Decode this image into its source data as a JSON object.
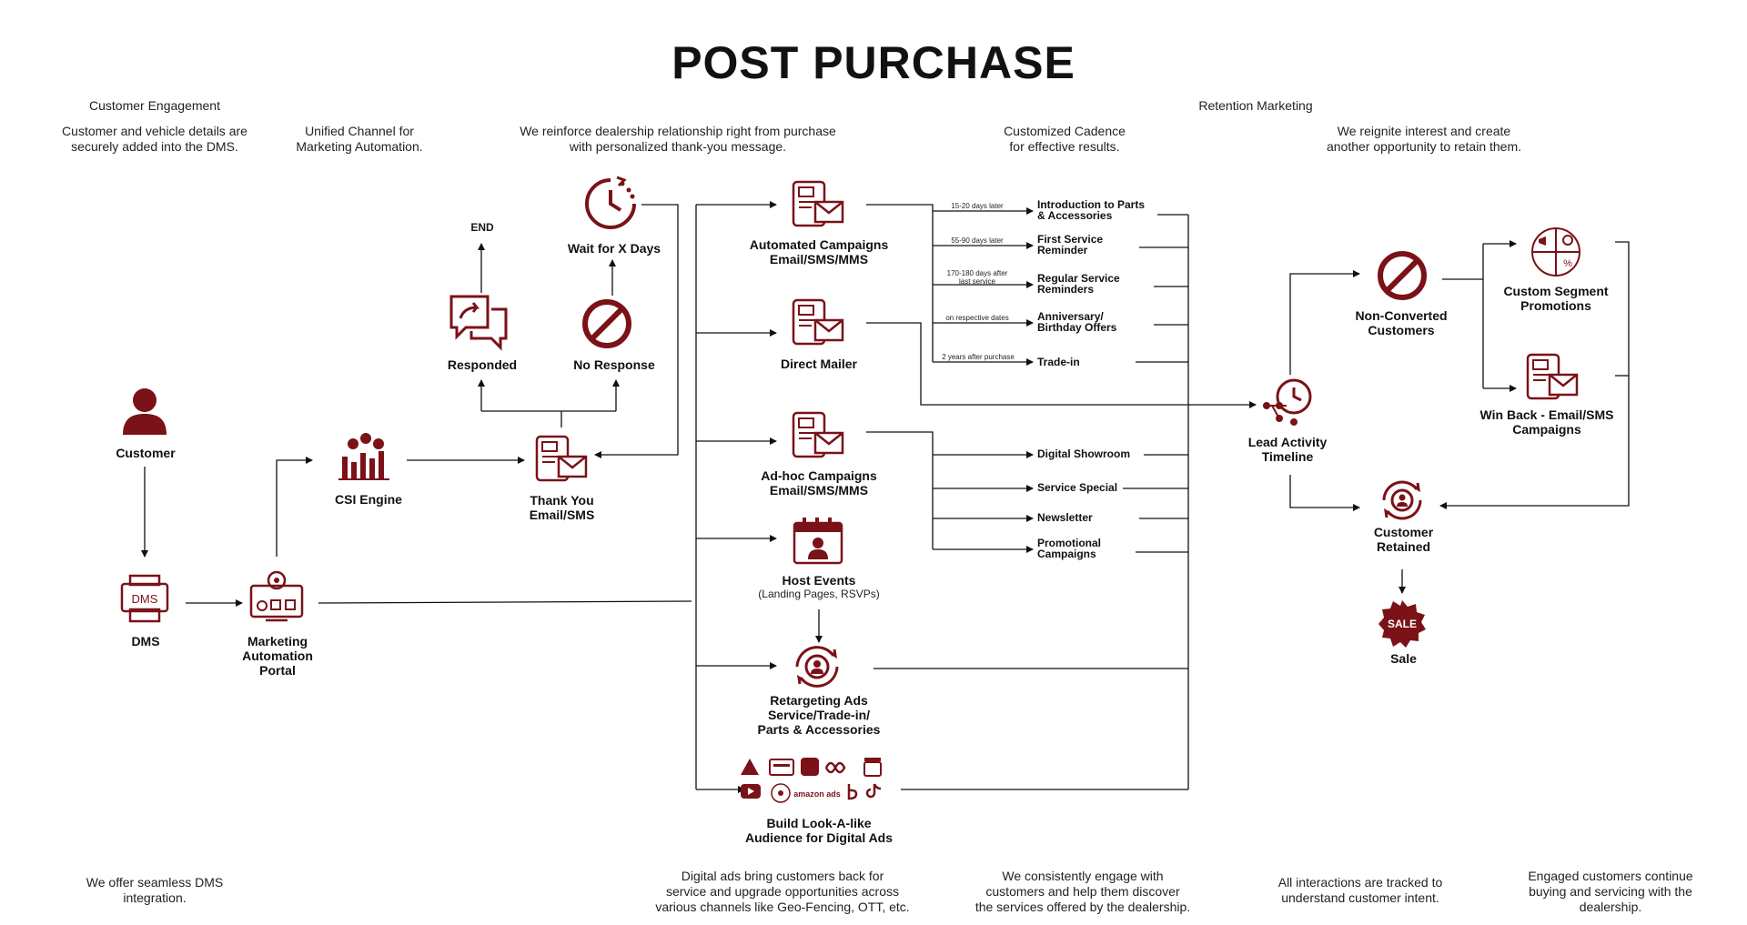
{
  "title": "POST PURCHASE",
  "sections": {
    "customer_engagement": "Customer Engagement",
    "retention_marketing": "Retention Marketing"
  },
  "top_descriptions": {
    "dms": "Customer and vehicle details are\nsecurely added into the DMS.",
    "unified": "Unified Channel for\nMarketing Automation.",
    "reinforce": "We reinforce dealership relationship right from purchase\nwith personalized thank-you message.",
    "cadence": "Customized Cadence\nfor effective results.",
    "reignite": "We reignite interest and create\nanother opportunity to retain them."
  },
  "nodes": {
    "customer": "Customer",
    "dms": "DMS",
    "dms_icon_text": "DMS",
    "map": "Marketing\nAutomation\nPortal",
    "csi": "CSI Engine",
    "thankyou": "Thank You\nEmail/SMS",
    "responded": "Responded",
    "noresponse": "No Response",
    "end": "END",
    "wait": "Wait for X Days",
    "automated": "Automated Campaigns\nEmail/SMS/MMS",
    "directmailer": "Direct Mailer",
    "adhoc": "Ad-hoc Campaigns\nEmail/SMS/MMS",
    "hostevents": "Host Events",
    "hostevents_sub": "(Landing Pages, RSVPs)",
    "retargeting": "Retargeting Ads\nService/Trade-in/\nParts & Accessories",
    "lookalike": "Build Look-A-like\nAudience for Digital Ads",
    "amazon_ads": "amazon ads",
    "leadactivity": "Lead Activity\nTimeline",
    "nonconverted": "Non-Converted\nCustomers",
    "customsegment": "Custom Segment\nPromotions",
    "winback": "Win Back - Email/SMS\nCampaigns",
    "retained": "Customer\nRetained",
    "sale": "Sale",
    "sale_badge": "SALE"
  },
  "cadence": [
    {
      "timing": "15-20 days later",
      "label": "Introduction to Parts\n& Accessories"
    },
    {
      "timing": "55-90 days later",
      "label": "First Service\nReminder"
    },
    {
      "timing": "170-180 days after\nlast service",
      "label": "Regular Service\nReminders"
    },
    {
      "timing": "on respective dates",
      "label": "Anniversary/\nBirthday Offers"
    },
    {
      "timing": "2 years after purchase",
      "label": "Trade-in"
    }
  ],
  "adhoc_items": [
    "Digital Showroom",
    "Service Special",
    "Newsletter",
    "Promotional\nCampaigns"
  ],
  "bottom_descriptions": {
    "dms": "We offer seamless DMS\nintegration.",
    "digital": "Digital ads bring customers back for\nservice and upgrade opportunities across\nvarious channels like Geo-Fencing, OTT, etc.",
    "engage": "We consistently engage with\ncustomers and help them discover\nthe services offered by the dealership.",
    "tracked": "All interactions are tracked to\nunderstand customer intent.",
    "engaged": "Engaged customers continue\nbuying and servicing with the\ndealership."
  },
  "colors": {
    "accent": "#7a1218",
    "line": "#111111",
    "text": "#1a1a1a"
  },
  "icons": [
    "person-icon",
    "dms-icon",
    "portal-icon",
    "csi-icon",
    "thankyou-icon",
    "chat-icon",
    "ban-icon",
    "clock-icon",
    "campaign-icon",
    "mailer-icon",
    "adhoc-icon",
    "calendar-event-icon",
    "target-icon",
    "ad-platforms-icon",
    "lead-timeline-icon",
    "promotion-icon",
    "winback-icon",
    "retained-icon",
    "sale-badge-icon"
  ]
}
